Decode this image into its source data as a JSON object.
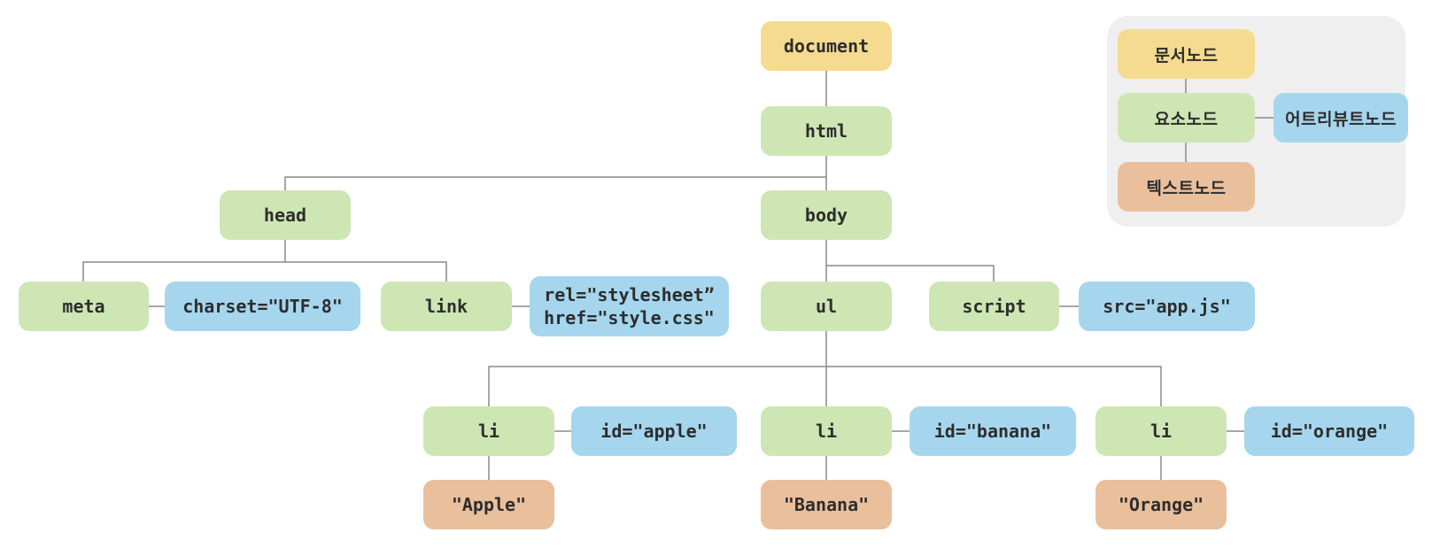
{
  "nodes": {
    "document": "document",
    "html": "html",
    "head": "head",
    "body": "body",
    "meta": "meta",
    "meta_attr": "charset=\"UTF-8\"",
    "link": "link",
    "link_attr_rel": "rel=\"stylesheet”",
    "link_attr_href": "href=\"style.css\"",
    "ul": "ul",
    "script": "script",
    "script_attr": "src=\"app.js\"",
    "li_apple": "li",
    "li_apple_attr": "id=\"apple\"",
    "li_apple_text": "\"Apple\"",
    "li_banana": "li",
    "li_banana_attr": "id=\"banana\"",
    "li_banana_text": "\"Banana\"",
    "li_orange": "li",
    "li_orange_attr": "id=\"orange\"",
    "li_orange_text": "\"Orange\""
  },
  "legend": {
    "document_node": "문서노드",
    "element_node": "요소노드",
    "attribute_node": "어트리뷰트노드",
    "text_node": "텍스트노드"
  },
  "colors": {
    "document_node": "#f5db90",
    "element_node": "#cee6b4",
    "attribute_node": "#a6d6ee",
    "text_node": "#eabf9c",
    "legend_background": "#f0eff0",
    "connector_line": "#8a8a8a"
  }
}
